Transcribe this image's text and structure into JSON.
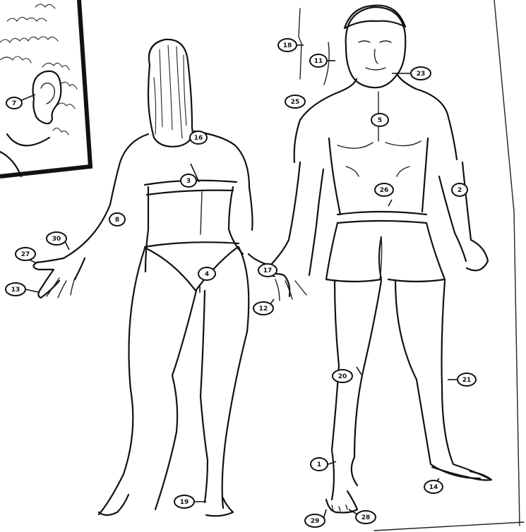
{
  "markers": [
    {
      "id": "m7",
      "label": "7"
    },
    {
      "id": "m18",
      "label": "18"
    },
    {
      "id": "m11",
      "label": "11"
    },
    {
      "id": "m23",
      "label": "23"
    },
    {
      "id": "m25",
      "label": "25"
    },
    {
      "id": "m16",
      "label": "16"
    },
    {
      "id": "m5",
      "label": "5"
    },
    {
      "id": "m3",
      "label": "3"
    },
    {
      "id": "m26",
      "label": "26"
    },
    {
      "id": "m2",
      "label": "2"
    },
    {
      "id": "m8",
      "label": "8"
    },
    {
      "id": "m30",
      "label": "30"
    },
    {
      "id": "m27",
      "label": "27"
    },
    {
      "id": "m13",
      "label": "13"
    },
    {
      "id": "m4",
      "label": "4"
    },
    {
      "id": "m17",
      "label": "17"
    },
    {
      "id": "m12",
      "label": "12"
    },
    {
      "id": "m20",
      "label": "20"
    },
    {
      "id": "m21",
      "label": "21"
    },
    {
      "id": "m1",
      "label": "1"
    },
    {
      "id": "m14",
      "label": "14"
    },
    {
      "id": "m19",
      "label": "19"
    },
    {
      "id": "m29",
      "label": "29"
    },
    {
      "id": "m28",
      "label": "28"
    }
  ]
}
